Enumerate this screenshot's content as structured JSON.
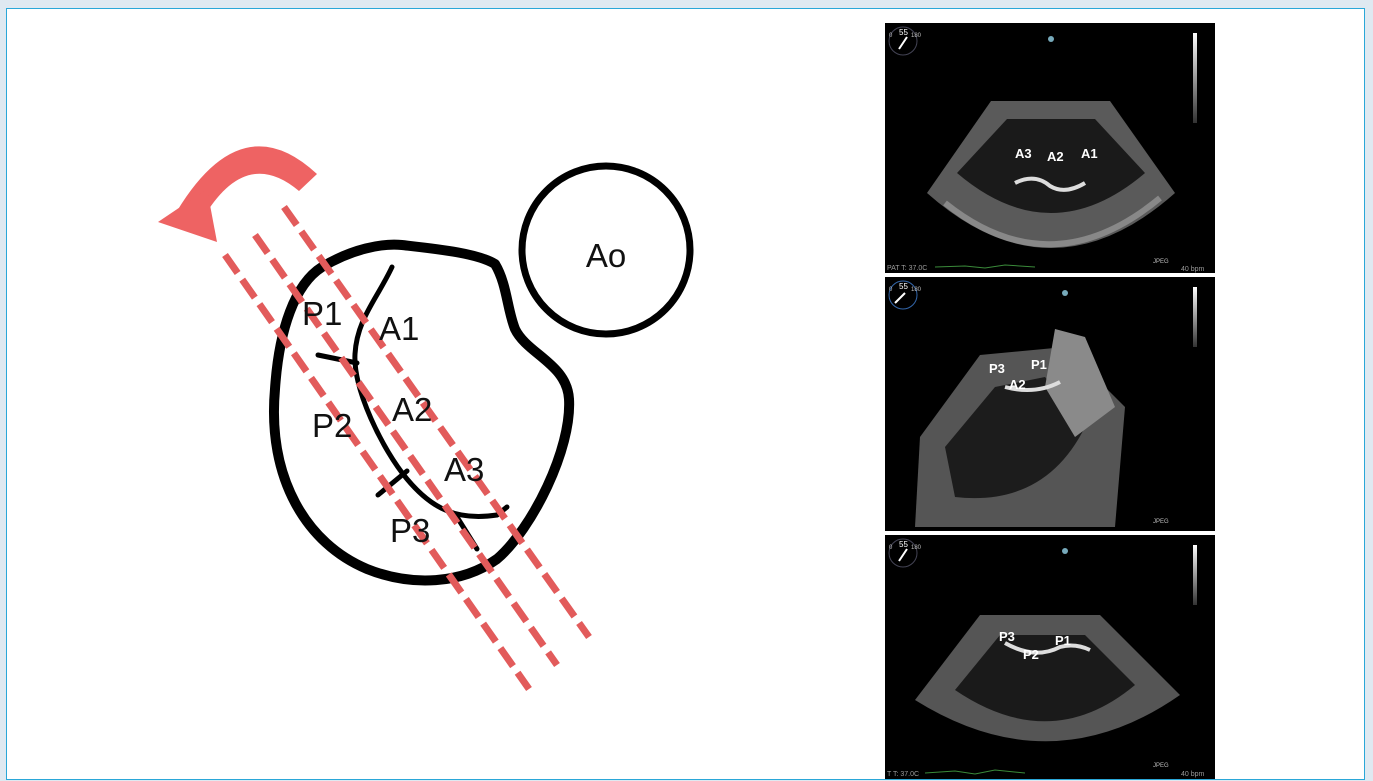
{
  "diagram": {
    "aorta_label": "Ao",
    "segments": {
      "p1": "P1",
      "a1": "A1",
      "p2": "P2",
      "a2": "A2",
      "a3": "A3",
      "p3": "P3"
    },
    "colors": {
      "arrow": "#ee6363",
      "scan_lines": "#e25b5b",
      "outline": "#000000",
      "frame_border": "#2aa7d8"
    },
    "icons": [
      "rotation-arrow-icon"
    ]
  },
  "echo_panels": [
    {
      "angle": "55",
      "scale_min": "0",
      "scale_max": "180",
      "labels": [
        "A3",
        "A2",
        "A1"
      ],
      "temp": "PAT T: 37.0C",
      "format": "JPEG",
      "hr": "40 bpm"
    },
    {
      "angle": "55",
      "scale_min": "0",
      "scale_max": "180",
      "labels": [
        "P3",
        "P1",
        "A2"
      ],
      "format": "JPEG"
    },
    {
      "angle": "55",
      "scale_min": "0",
      "scale_max": "180",
      "labels": [
        "P3",
        "P2",
        "P1"
      ],
      "temp": "T T: 37.0C",
      "format": "JPEG",
      "hr": "40 bpm"
    }
  ]
}
